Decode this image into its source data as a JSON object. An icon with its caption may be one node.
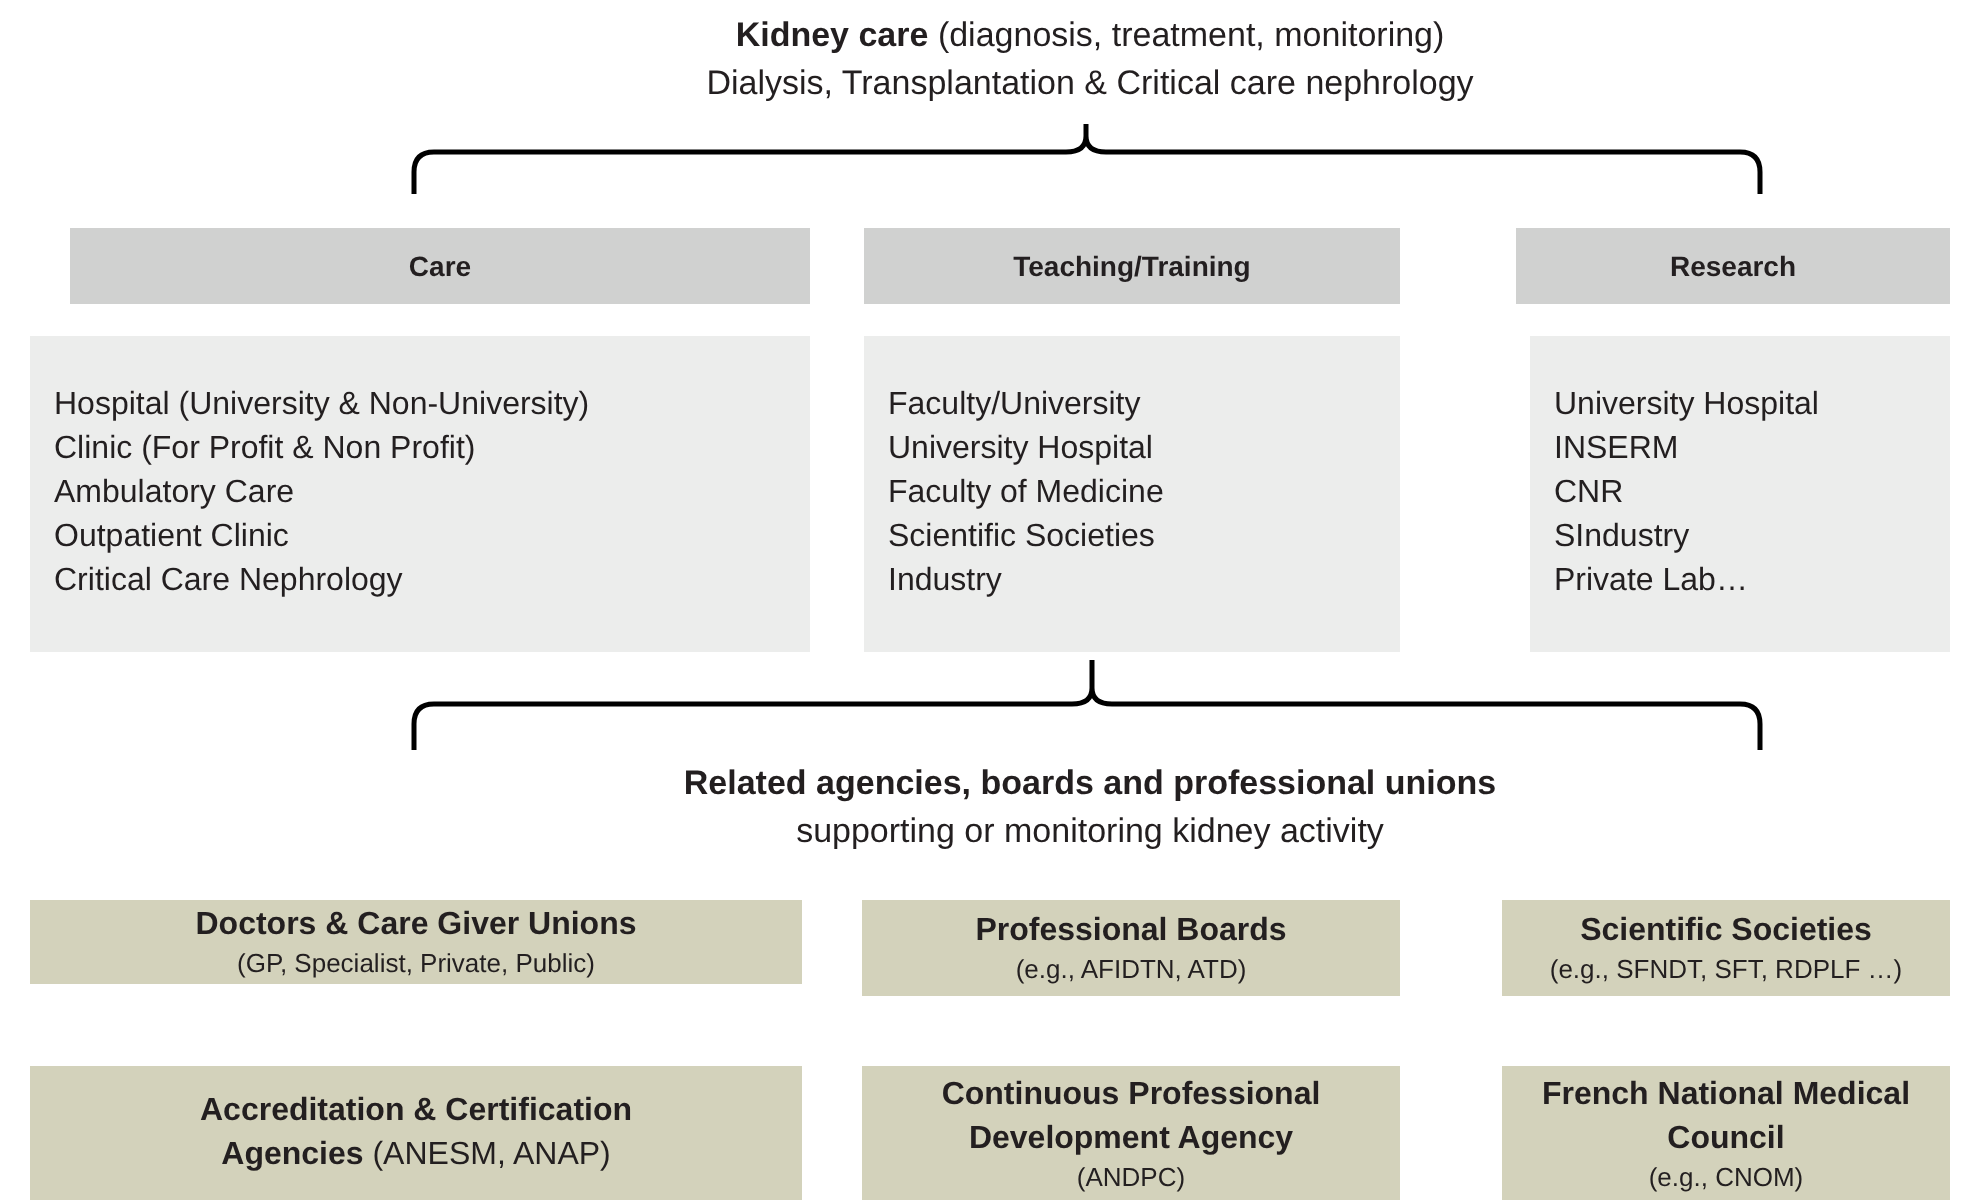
{
  "diagram": {
    "nodes": [
      {
        "text": [
          "Care"
        ]
      },
      {
        "text": [
          "Teaching/Training"
        ]
      },
      {
        "text": [
          "Research"
        ]
      },
      {
        "text": [
          "Hospital (University & Non-University)",
          "Clinic (For Profit & Non Profit)",
          "Ambulatory Care",
          "Outpatient Clinic",
          "Critical Care Nephrology"
        ]
      },
      {
        "text": [
          "Faculty/University",
          "University Hospital",
          "Faculty of Medicine",
          "Scientific Societies",
          "Industry"
        ]
      },
      {
        "text": [
          "University Hospital",
          "INSERM",
          "CNR",
          "SIndustry",
          "Private Lab…"
        ]
      },
      {
        "text": [
          "Doctors & Care Giver Unions",
          "(GP, Specialist, Private, Public)"
        ]
      },
      {
        "text": [
          "Professional Boards",
          "(e.g., AFIDTN, ATD)"
        ]
      },
      {
        "text": [
          "Scientific Societies",
          "(e.g., SFNDT, SFT, RDPLF …)"
        ]
      },
      {
        "text": [
          "**Accreditation & Certification Agencies** (ANESM, ANAP)"
        ]
      },
      {
        "text": [
          "Continuous Professional Development Agency",
          "(ANDPC)"
        ]
      },
      {
        "text": [
          "French National Medical Council",
          "(e.g., CNOM)"
        ]
      }
    ],
    "edges": [],
    "labels": [
      "**Kidney care** (diagnosis, treatment, monitoring)",
      "Dialysis, Transplantation & Critical care nephrology",
      "Related agencies, boards and professional unions",
      "supporting or monitoring kidney activity"
    ]
  }
}
